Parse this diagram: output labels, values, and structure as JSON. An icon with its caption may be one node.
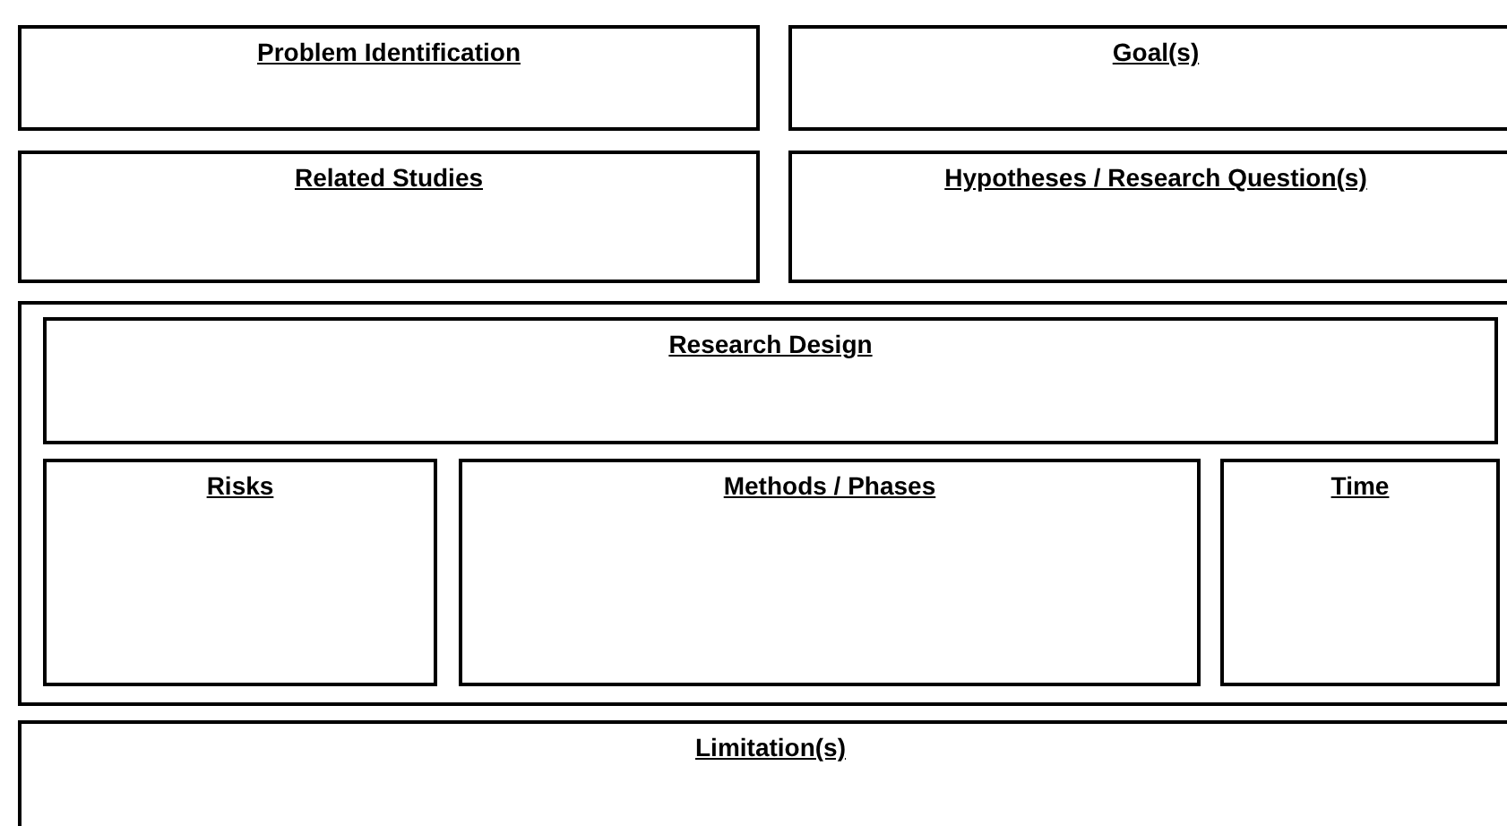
{
  "diagram": {
    "nodes": [
      {
        "text": [
          "Problem Identification"
        ]
      },
      {
        "text": [
          "Goal(s)"
        ]
      },
      {
        "text": [
          "Related Studies"
        ]
      },
      {
        "text": [
          "Hypotheses / Research Question(s)"
        ]
      },
      {
        "text": [],
        "shape": "box"
      },
      {
        "text": [
          "Research Design"
        ],
        "in": 4
      },
      {
        "text": [
          "Risks"
        ],
        "in": 4
      },
      {
        "text": [
          "Methods / Phases"
        ],
        "in": 4
      },
      {
        "text": [
          "Time"
        ],
        "in": 4
      },
      {
        "text": [
          "Limitation(s)"
        ]
      }
    ]
  }
}
